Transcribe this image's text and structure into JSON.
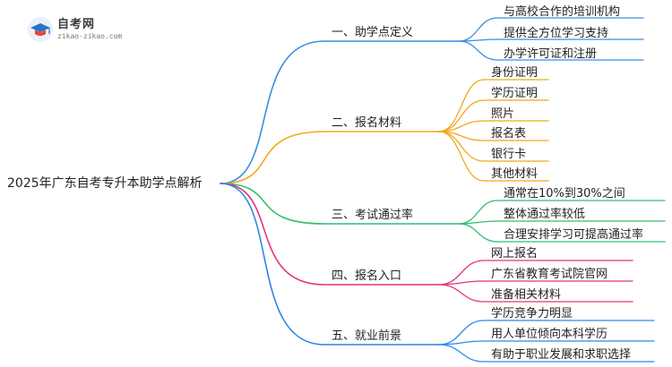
{
  "brand": {
    "name": "自考网",
    "url": "zikao-zikao.com"
  },
  "root": {
    "label": "2025年广东自考专升本助学点解析"
  },
  "branches": [
    {
      "label": "一、助学点定义",
      "color": "#3b8fe0",
      "leaves": [
        "与高校合作的培训机构",
        "提供全方位学习支持",
        "办学许可证和注册"
      ]
    },
    {
      "label": "二、报名材料",
      "color": "#f0a81c",
      "leaves": [
        "身份证明",
        "学历证明",
        "照片",
        "报名表",
        "银行卡",
        "其他材料"
      ]
    },
    {
      "label": "三、考试通过率",
      "color": "#2fbf71",
      "leaves": [
        "通常在10%到30%之间",
        "整体通过率较低",
        "合理安排学习可提高通过率"
      ]
    },
    {
      "label": "四、报名入口",
      "color": "#e2347a",
      "leaves": [
        "网上报名",
        "广东省教育考试院官网",
        "准备相关材料"
      ]
    },
    {
      "label": "五、就业前景",
      "color": "#2f86e8",
      "leaves": [
        "学历竞争力明显",
        "用人单位倾向本科学历",
        "有助于职业发展和求职选择"
      ]
    }
  ]
}
